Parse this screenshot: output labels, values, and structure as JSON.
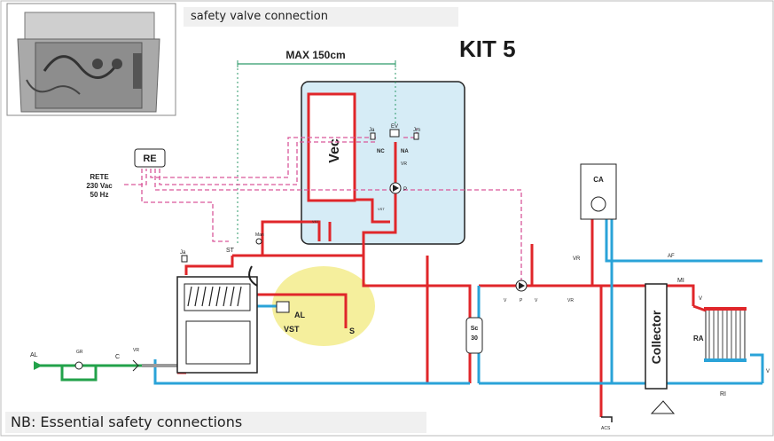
{
  "captions": {
    "top": "safety valve connection",
    "bottom": "NB: Essential safety connections",
    "kit": "KIT 5"
  },
  "dimension": "MAX 150cm",
  "tank": {
    "label": "Vec"
  },
  "labels": {
    "ja_tank": "Ja",
    "ev": "EV",
    "jm": "Jm",
    "nc": "NC",
    "na": "NA",
    "vr_tank": "VR",
    "p_tank": "P",
    "vst_tank_left": "VST",
    "vst_tank_right": "VST",
    "re": "RE",
    "rete": [
      "RETE",
      "230 Vac",
      "50 Hz"
    ],
    "st": "ST",
    "man": "Man",
    "ja_boiler": "Ja",
    "al_valve": "AL",
    "vst_boiler": "VST",
    "s": "S",
    "al_inlet": "AL",
    "gr": "GR",
    "c": "C",
    "vr_inlet": "VR",
    "sc": [
      "Sc",
      "30"
    ],
    "v_left": "V",
    "p_pump": "P",
    "v_right": "V",
    "vr_line": "VR",
    "ca": "CA",
    "vr_ca": "VR",
    "af": "AF",
    "collector": "Collector",
    "mi": "MI",
    "v_rad_top": "V",
    "ra": "RA",
    "ri": "RI",
    "v_rad_bottom": "V",
    "acs": "ACS"
  },
  "colors": {
    "pipe_red": "#e0262a",
    "pipe_blue": "#2aa3d8",
    "pipe_green": "#22a24a",
    "signal_pink": "#d9579a",
    "dim_green": "#2e9a6a",
    "tank_bg": "#d6ecf6",
    "highlight": "#f3ec8c"
  },
  "icons": [
    "boiler-photo-icon",
    "circulation-pump-icon",
    "check-valve-icon",
    "radiator-icon",
    "expansion-vessel-icon",
    "pressure-gauge-icon",
    "drain-tap-icon"
  ]
}
